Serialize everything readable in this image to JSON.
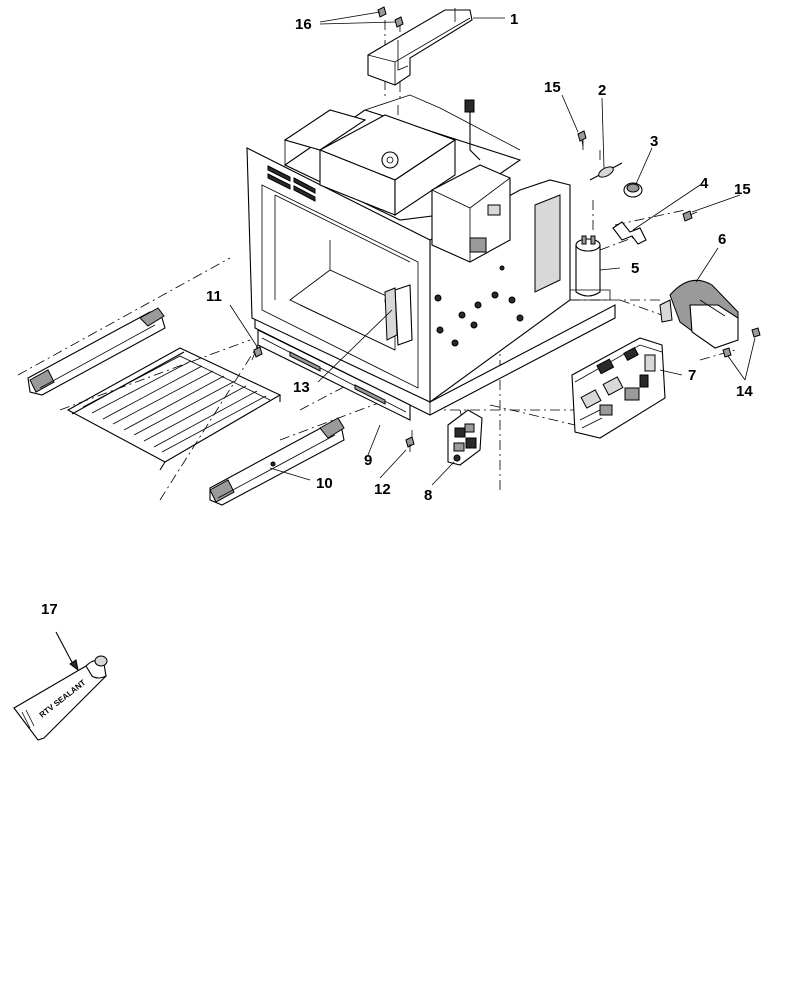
{
  "diagram": {
    "callouts": [
      {
        "id": "1",
        "text": "1"
      },
      {
        "id": "2",
        "text": "2"
      },
      {
        "id": "3",
        "text": "3"
      },
      {
        "id": "4",
        "text": "4"
      },
      {
        "id": "5",
        "text": "5"
      },
      {
        "id": "6",
        "text": "6"
      },
      {
        "id": "7",
        "text": "7"
      },
      {
        "id": "8",
        "text": "8"
      },
      {
        "id": "9",
        "text": "9"
      },
      {
        "id": "10",
        "text": "10"
      },
      {
        "id": "11",
        "text": "11"
      },
      {
        "id": "12",
        "text": "12"
      },
      {
        "id": "13",
        "text": "13"
      },
      {
        "id": "14",
        "text": "14"
      },
      {
        "id": "15a",
        "text": "15"
      },
      {
        "id": "15b",
        "text": "15"
      },
      {
        "id": "16",
        "text": "16"
      },
      {
        "id": "17",
        "text": "17"
      }
    ],
    "sealant_tube_text": "RTV SEALANT"
  }
}
